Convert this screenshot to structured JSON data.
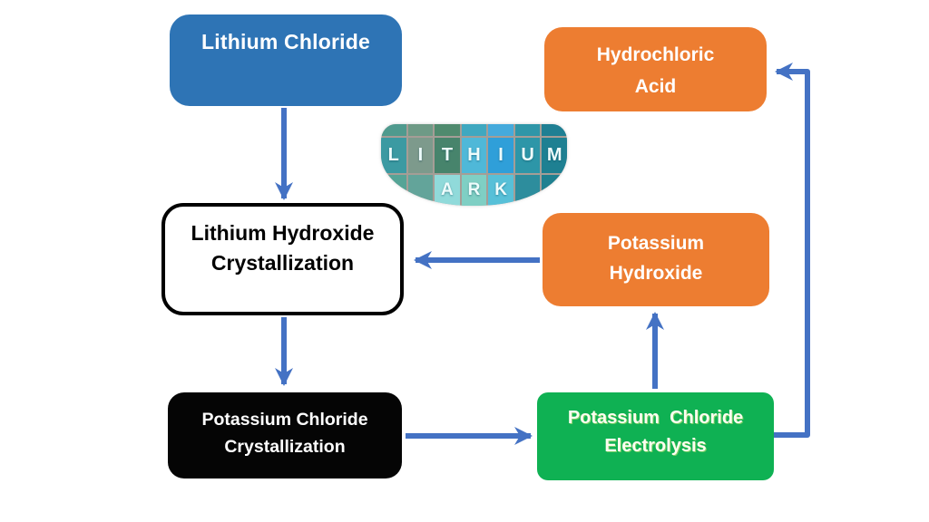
{
  "diagram_type": "process-flowchart",
  "nodes": {
    "lithium_chloride": {
      "lines": [
        "Lithium Chloride"
      ],
      "bg": "#2E74B5",
      "text_color": "#FFFFFF"
    },
    "hydrochloric_acid": {
      "lines": [
        "Hydrochloric",
        "Acid"
      ],
      "bg": "#ED7D31",
      "text_color": "#FFFFFF"
    },
    "lithium_hydroxide_crystallization": {
      "lines": [
        "Lithium Hydroxide",
        "Crystallization"
      ],
      "bg": "#FFFFFF",
      "text_color": "#000000",
      "border_color": "#000000"
    },
    "potassium_hydroxide": {
      "lines": [
        "Potassium",
        "Hydroxide"
      ],
      "bg": "#ED7D31",
      "text_color": "#FFFFFF"
    },
    "potassium_chloride_crystallization": {
      "lines": [
        "Potassium Chloride",
        "Crystallization"
      ],
      "bg": "#050505",
      "text_color": "#FFFFFF"
    },
    "potassium_chloride_electrolysis": {
      "lines": [
        "Potassium  Chloride",
        "Electrolysis"
      ],
      "bg": "#0FB153",
      "text_color": "#FDFDF0"
    }
  },
  "edges": [
    {
      "from": "Lithium Chloride",
      "to": "Lithium Hydroxide Crystallization"
    },
    {
      "from": "Lithium Hydroxide Crystallization",
      "to": "Potassium Chloride Crystallization"
    },
    {
      "from": "Potassium Chloride Crystallization",
      "to": "Potassium Chloride Electrolysis"
    },
    {
      "from": "Potassium Chloride Electrolysis",
      "to": "Potassium Hydroxide"
    },
    {
      "from": "Potassium Hydroxide",
      "to": "Lithium Hydroxide Crystallization"
    },
    {
      "from": "Potassium Chloride Electrolysis",
      "to": "Hydrochloric Acid"
    }
  ],
  "colors": {
    "arrow": "#4472C4",
    "box_blue": "#2E74B5",
    "box_orange": "#ED7D31",
    "box_green": "#0FB153",
    "box_black": "#050505",
    "background": "#FFFFFF",
    "logo_grout": "#A59D96"
  },
  "logo": {
    "word_top": "LITHIUM",
    "word_bottom": "ARK",
    "rows": [
      [
        {
          "c": "#4f9a8e"
        },
        {
          "c": "#6e9a86"
        },
        {
          "c": "#4f8a6e"
        },
        {
          "c": "#3fa8c0"
        },
        {
          "c": "#45aadc"
        },
        {
          "c": "#2f96a8"
        },
        {
          "c": "#1f7f93"
        }
      ],
      [
        {
          "ch": "L",
          "c": "#3b9aa2"
        },
        {
          "ch": "I",
          "c": "#7d9a8c"
        },
        {
          "ch": "T",
          "c": "#47846c"
        },
        {
          "ch": "H",
          "c": "#4fb8d8"
        },
        {
          "ch": "I",
          "c": "#2f9fd9"
        },
        {
          "ch": "U",
          "c": "#2d96a8"
        },
        {
          "ch": "M",
          "c": "#1e8092"
        }
      ],
      [
        {
          "c": "#55a496"
        },
        {
          "c": "#63a49a"
        },
        {
          "ch": "A",
          "c": "#90dada"
        },
        {
          "ch": "R",
          "c": "#7fcfc4"
        },
        {
          "ch": "K",
          "c": "#57c0d8"
        },
        {
          "c": "#2d8d9d"
        },
        {
          "c": "#1f8090"
        }
      ]
    ]
  }
}
